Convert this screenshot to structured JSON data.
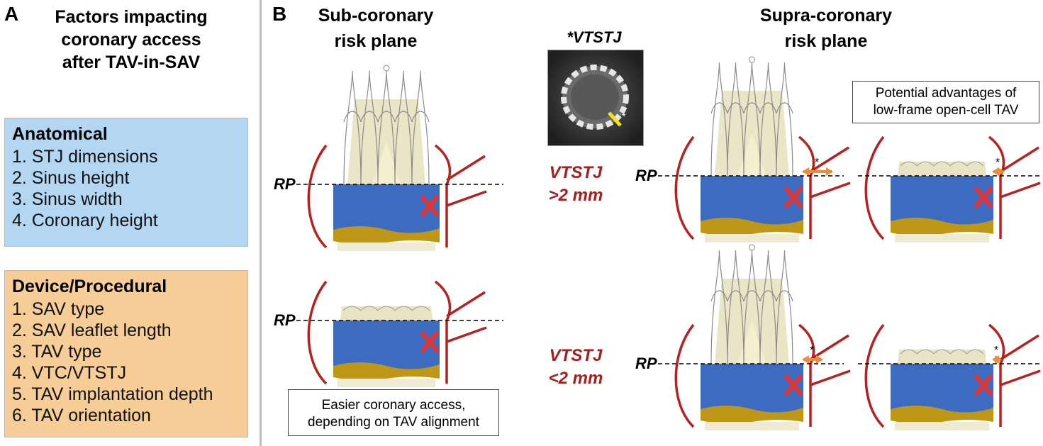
{
  "panel_a": {
    "letter": "A",
    "title_lines": [
      "Factors impacting",
      "coronary access",
      "after TAV-in-SAV"
    ],
    "anatomical": {
      "heading": "Anatomical",
      "items": [
        "1. STJ dimensions",
        "2. Sinus height",
        "3. Sinus width",
        "4. Coronary height"
      ],
      "color": "#b3d6f2"
    },
    "device": {
      "heading": "Device/Procedural",
      "items": [
        "1. SAV type",
        "2. SAV leaflet length",
        "3. TAV type",
        "4. VTC/VTSTJ",
        "5. TAV implantation depth",
        "6. TAV orientation"
      ],
      "color": "#f6cd96"
    }
  },
  "panel_b": {
    "letter": "B",
    "sub_title_lines": [
      "Sub-coronary",
      "risk plane"
    ],
    "supra_title_lines": [
      "Supra-coronary",
      "risk plane"
    ],
    "ct_label": "*VTSTJ",
    "vtstj_gt_lines": [
      "VTSTJ",
      ">2 mm"
    ],
    "vtstj_lt_lines": [
      "VTSTJ",
      "<2 mm"
    ],
    "rp_label": "RP",
    "asterisk": "*",
    "easier_note_lines": [
      "Easier coronary access,",
      "depending on TAV alignment"
    ],
    "advantages_note_lines": [
      "Potential advantages of",
      "low-frame open-cell TAV"
    ],
    "colors": {
      "blue": "#3d6bbf",
      "gold": "#bf9717",
      "red": "#b5221f",
      "x_mark": "#e23434",
      "orange": "#ee8a3c",
      "tan": "#e3dcb4"
    }
  }
}
